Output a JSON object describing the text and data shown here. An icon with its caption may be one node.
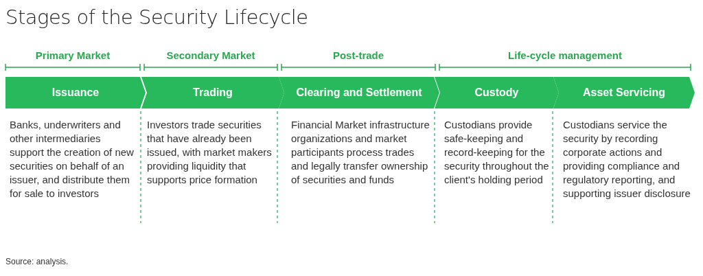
{
  "diagram": {
    "title": "Stages of the Security Lifecycle",
    "nodes": [
      {
        "text": [
          "Issuance"
        ],
        "beside": [
          "Banks, underwriters and other intermediaries support the creation of new securities on behalf of an issuer, and distribute them for sale to investors"
        ]
      },
      {
        "text": [
          "Trading"
        ],
        "beside": [
          "Investors trade securities that have already been issued, with market makers providing liquidity that supports price formation"
        ]
      },
      {
        "text": [
          "Clearing and Settlement"
        ],
        "beside": [
          "Financial Market infrastructure organizations and market participants process trades and legally transfer ownership of securities and funds"
        ]
      },
      {
        "text": [
          "Custody"
        ],
        "beside": [
          "Custodians provide safe-keeping and record-keeping for the security throughout the client's holding period"
        ]
      },
      {
        "text": [
          "Asset Servicing"
        ],
        "beside": [
          "Custodians service the security by recording corporate actions and providing compliance and regulatory reporting, and supporting issuer disclosure"
        ]
      }
    ],
    "edges": [],
    "labels": [
      "Primary Market",
      "Secondary Market",
      "Post-trade",
      "Life-cycle management",
      "Source: analysis."
    ]
  }
}
